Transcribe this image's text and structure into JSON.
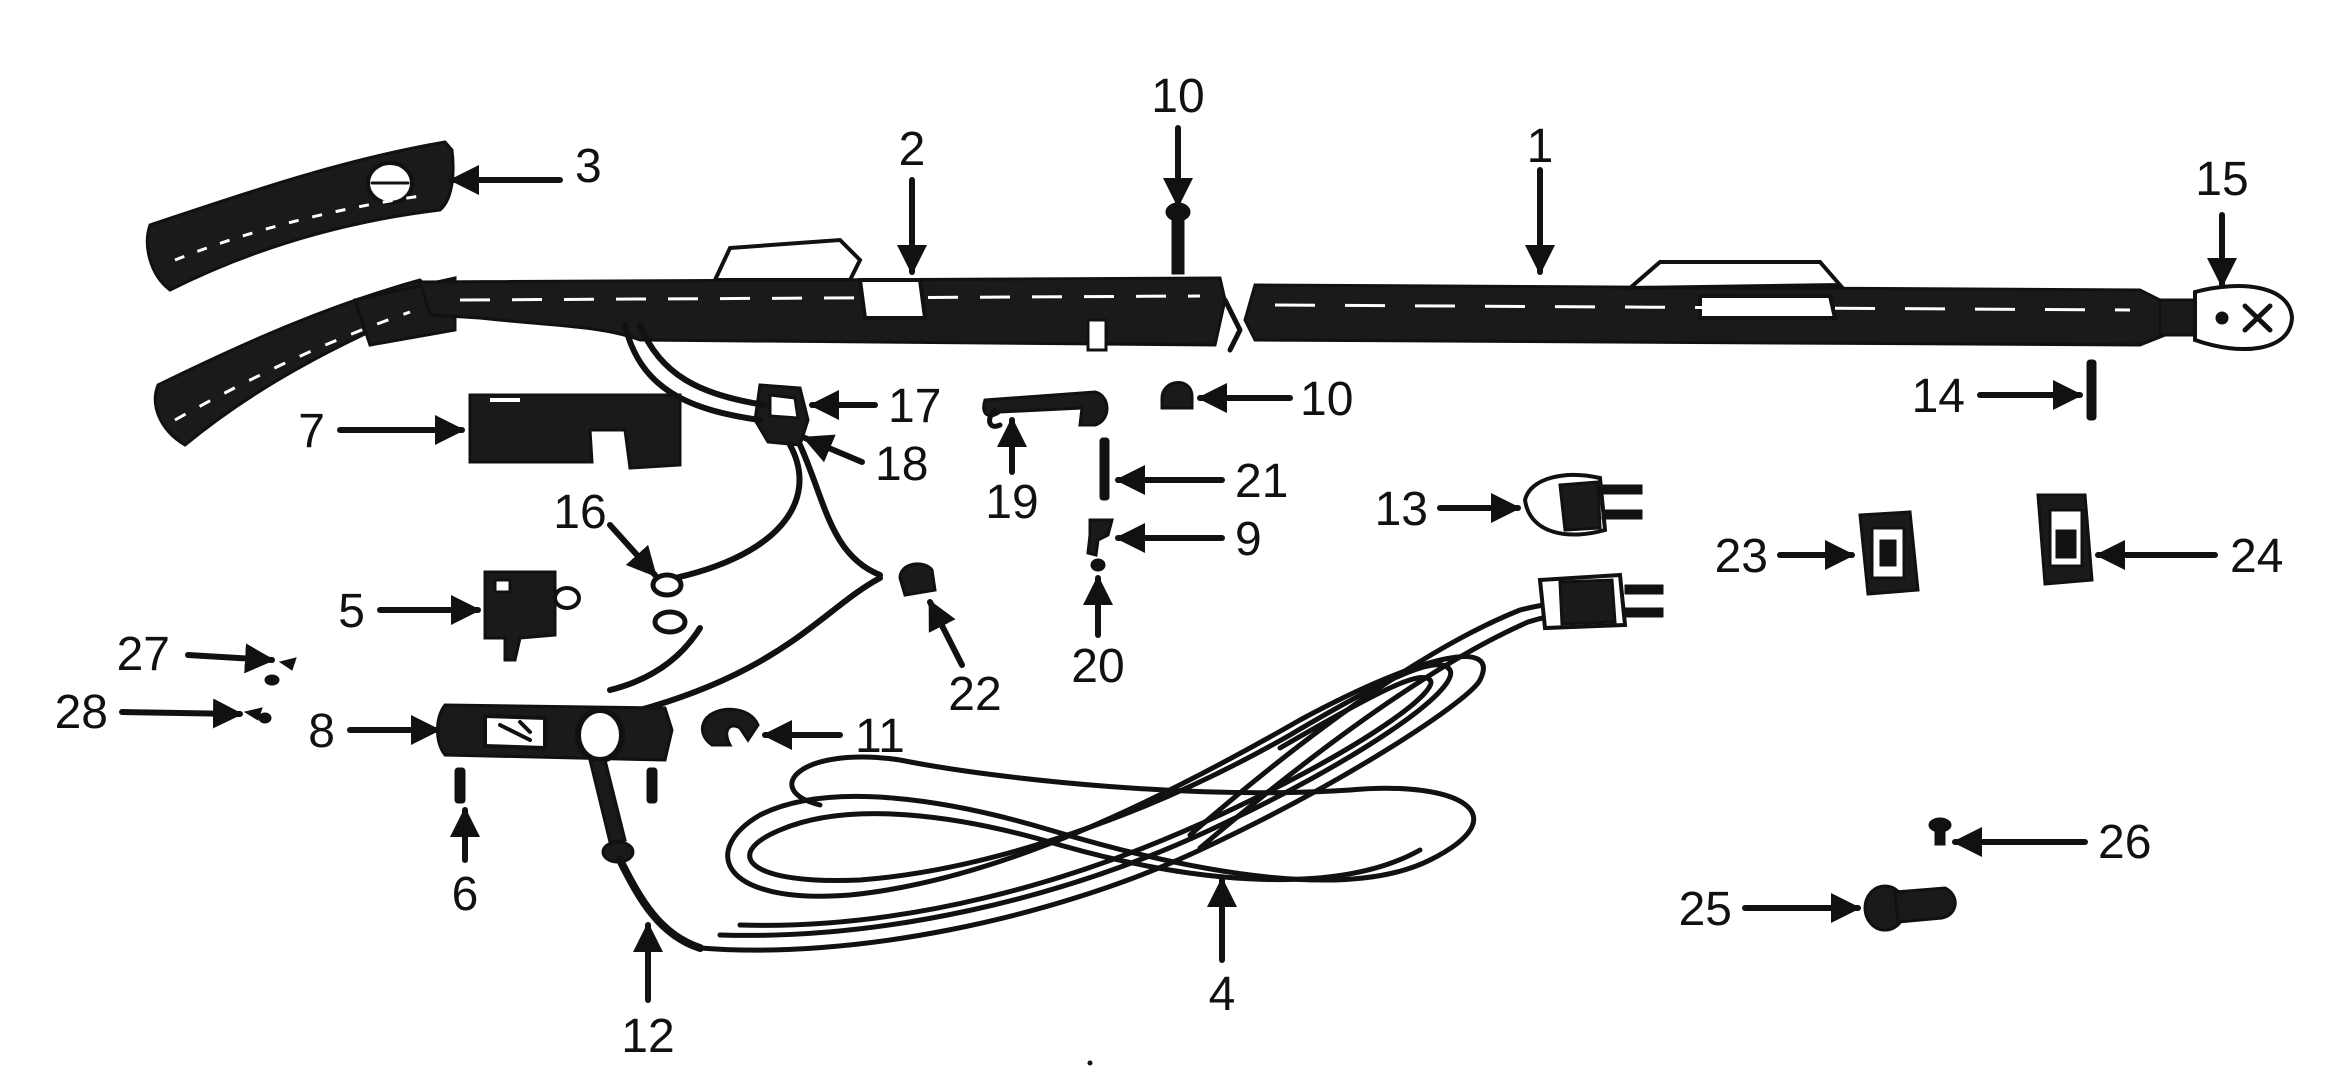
{
  "parts": [
    {
      "id": "p1",
      "number": "1"
    },
    {
      "id": "p2",
      "number": "2"
    },
    {
      "id": "p3",
      "number": "3"
    },
    {
      "id": "p4",
      "number": "4"
    },
    {
      "id": "p5",
      "number": "5"
    },
    {
      "id": "p6",
      "number": "6"
    },
    {
      "id": "p7",
      "number": "7"
    },
    {
      "id": "p8",
      "number": "8"
    },
    {
      "id": "p9",
      "number": "9"
    },
    {
      "id": "p10a",
      "number": "10"
    },
    {
      "id": "p10b",
      "number": "10"
    },
    {
      "id": "p11",
      "number": "11"
    },
    {
      "id": "p12",
      "number": "12"
    },
    {
      "id": "p13",
      "number": "13"
    },
    {
      "id": "p14",
      "number": "14"
    },
    {
      "id": "p15",
      "number": "15"
    },
    {
      "id": "p16",
      "number": "16"
    },
    {
      "id": "p17",
      "number": "17"
    },
    {
      "id": "p18",
      "number": "18"
    },
    {
      "id": "p19",
      "number": "19"
    },
    {
      "id": "p20",
      "number": "20"
    },
    {
      "id": "p21",
      "number": "21"
    },
    {
      "id": "p22",
      "number": "22"
    },
    {
      "id": "p23",
      "number": "23"
    },
    {
      "id": "p24",
      "number": "24"
    },
    {
      "id": "p25",
      "number": "25"
    },
    {
      "id": "p26",
      "number": "26"
    },
    {
      "id": "p27",
      "number": "27"
    },
    {
      "id": "p28",
      "number": "28"
    }
  ]
}
